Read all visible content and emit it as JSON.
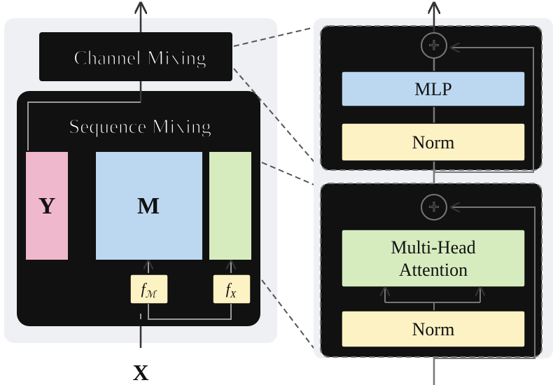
{
  "left_panel": {
    "channel_mixing_label": "Channel Mixing",
    "sequence_mixing_label": "Sequence Mixing",
    "equation": {
      "output_label": "Y",
      "equals_sign": "=",
      "matrix_label": "M",
      "input_label": "X"
    },
    "functions": {
      "f_matrix_base": "f",
      "f_matrix_subscript": "ℳ",
      "f_input_base": "f",
      "f_input_subscript": "X"
    }
  },
  "right_panel": {
    "top_block": {
      "add_symbol": "+",
      "mlp_label": "MLP",
      "norm_label": "Norm"
    },
    "bottom_block": {
      "add_symbol": "+",
      "attention_label_line1": "Multi-Head",
      "attention_label_line2": "Attention",
      "norm_label": "Norm"
    }
  },
  "colors": {
    "panel_background": "#eef0f3",
    "pink": "#f0b8cc",
    "blue": "#bcd8f1",
    "green": "#d6ecbf",
    "yellow": "#fdf2c4",
    "dark": "#111111"
  }
}
